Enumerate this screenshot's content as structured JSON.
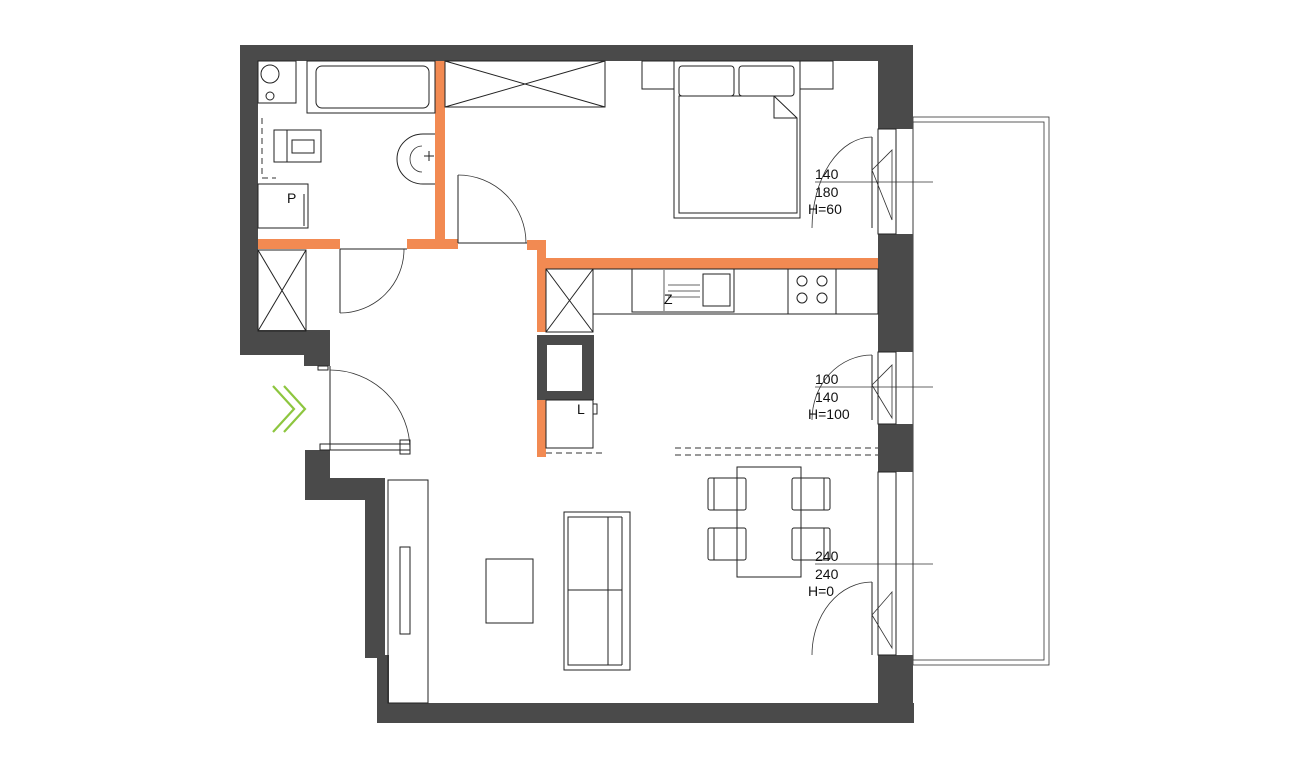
{
  "colors": {
    "wall": "#4a4a4a",
    "partition": "#f28a52",
    "entrance_arrow": "#8dc63f",
    "line": "#222222"
  },
  "icons": {
    "entrance": "double-chevron-right-icon"
  },
  "windows": [
    {
      "width": "140",
      "height": "180",
      "sill": "H=60"
    },
    {
      "width": "100",
      "height": "140",
      "sill": "H=100"
    },
    {
      "width": "240",
      "height": "240",
      "sill": "H=0"
    }
  ]
}
